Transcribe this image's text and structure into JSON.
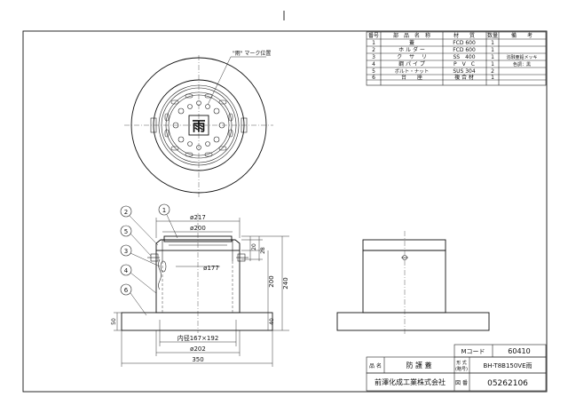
{
  "parts_table": {
    "headers": [
      "番号",
      "部　品　名　称",
      "材　　質",
      "数量",
      "備　　考"
    ],
    "rows": [
      {
        "no": "1",
        "name": "蓋",
        "material": "FCD 600",
        "qty": "1",
        "note": ""
      },
      {
        "no": "2",
        "name": "ホ ル ダ ー",
        "material": "FCD 600",
        "qty": "1",
        "note": ""
      },
      {
        "no": "3",
        "name": "ク 　サ 　リ",
        "material": "SS　400",
        "qty": "1",
        "note": "溶融亜鉛メッキ"
      },
      {
        "no": "4",
        "name": "鋼 パ イ プ",
        "material": "P　V　C",
        "qty": "1",
        "note": "色調：黒"
      },
      {
        "no": "5",
        "name": "ボルト・ナット",
        "material": "SUS 304",
        "qty": "2",
        "note": ""
      },
      {
        "no": "6",
        "name": "台　　座",
        "material": "複 合 材",
        "qty": "1",
        "note": ""
      }
    ]
  },
  "plan_view": {
    "mark_label": "\"雨\" マーク位置",
    "emblem": "雨"
  },
  "front_view": {
    "dims": {
      "d217": "ø217",
      "d200": "ø200",
      "d177": "ø177",
      "inner": "内径167×192",
      "d202": "ø202",
      "w350": "350",
      "h20a": "20",
      "h28": "28",
      "h200": "200",
      "h240": "240",
      "h40": "40",
      "h50": "50"
    },
    "callouts": [
      "1",
      "2",
      "5",
      "3",
      "4",
      "6"
    ]
  },
  "title_block": {
    "code_label": "Mコード",
    "code_value": "60410",
    "name_label": "品 名",
    "name_value": "防 護 蓋",
    "model_label_1": "形 式",
    "model_label_2": "(略号)",
    "model_value": "BH-T8B150VE雨",
    "company": "前澤化成工業株式会社",
    "drawing_label": "図 番",
    "drawing_value": "05262106"
  }
}
